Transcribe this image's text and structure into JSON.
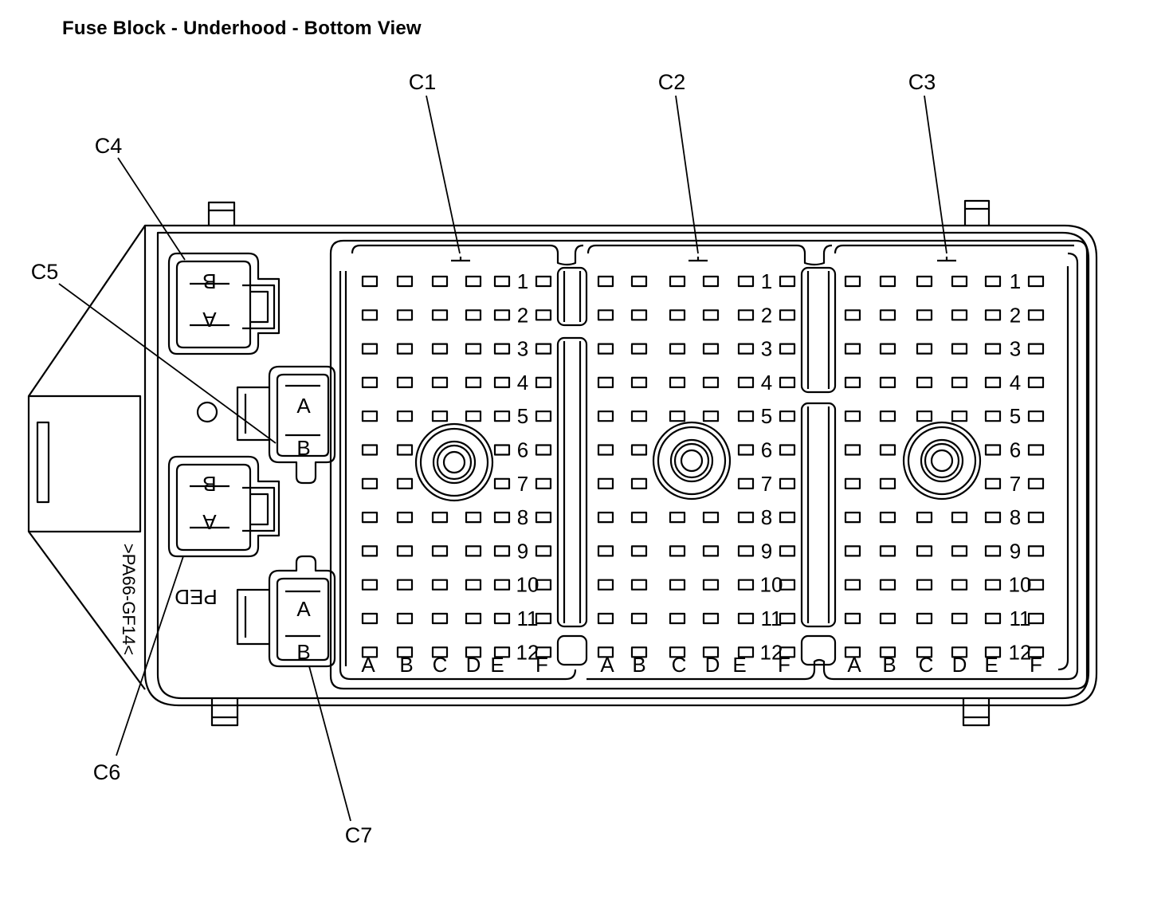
{
  "title": "Fuse Block - Underhood - Bottom View",
  "callouts": {
    "c1": "C1",
    "c2": "C2",
    "c3": "C3",
    "c4": "C4",
    "c5": "C5",
    "c6": "C6",
    "c7": "C7"
  },
  "large_connector": {
    "rows": [
      "1",
      "2",
      "3",
      "4",
      "5",
      "6",
      "7",
      "8",
      "9",
      "10",
      "11",
      "12"
    ],
    "columns": [
      "A",
      "B",
      "C",
      "D",
      "E",
      "F"
    ]
  },
  "small_connectors": {
    "c4": {
      "top": "B",
      "bottom": "A"
    },
    "c5": {
      "top": "A",
      "bottom": "B"
    },
    "c6": {
      "top": "B",
      "bottom": "A"
    },
    "c7": {
      "top": "A",
      "bottom": "B"
    }
  },
  "side_marking": {
    "code": ">PA66-GF14<",
    "ped": "PED"
  },
  "colors": {
    "line": "#000000",
    "background": "#ffffff"
  }
}
